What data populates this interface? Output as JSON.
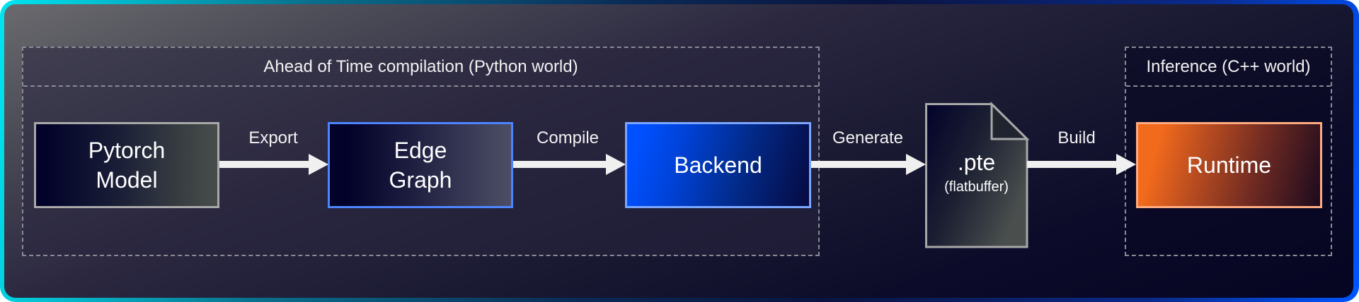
{
  "diagram": {
    "groups": {
      "aot": {
        "label": "Ahead of Time compilation (Python world)"
      },
      "inference": {
        "label": "Inference (C++ world)"
      }
    },
    "nodes": {
      "pytorch": {
        "line1": "Pytorch",
        "line2": "Model"
      },
      "edge": {
        "line1": "Edge",
        "line2": "Graph"
      },
      "backend": {
        "label": "Backend"
      },
      "pte": {
        "label": ".pte",
        "sublabel": "(flatbuffer)"
      },
      "runtime": {
        "label": "Runtime"
      }
    },
    "edges": {
      "export": "Export",
      "compile": "Compile",
      "generate": "Generate",
      "build": "Build"
    },
    "colors": {
      "frame_start": "#00e6f2",
      "frame_end": "#0055ff",
      "pytorch_border": "#a8a8a8",
      "edge_border": "#4d84ff",
      "backend_fill": "#0050ff",
      "backend_border": "#7aa6ff",
      "runtime_fill": "#f26a1c",
      "runtime_border": "#ffab80",
      "arrow": "#f0f0f0",
      "dash": "#8a8a96"
    }
  }
}
